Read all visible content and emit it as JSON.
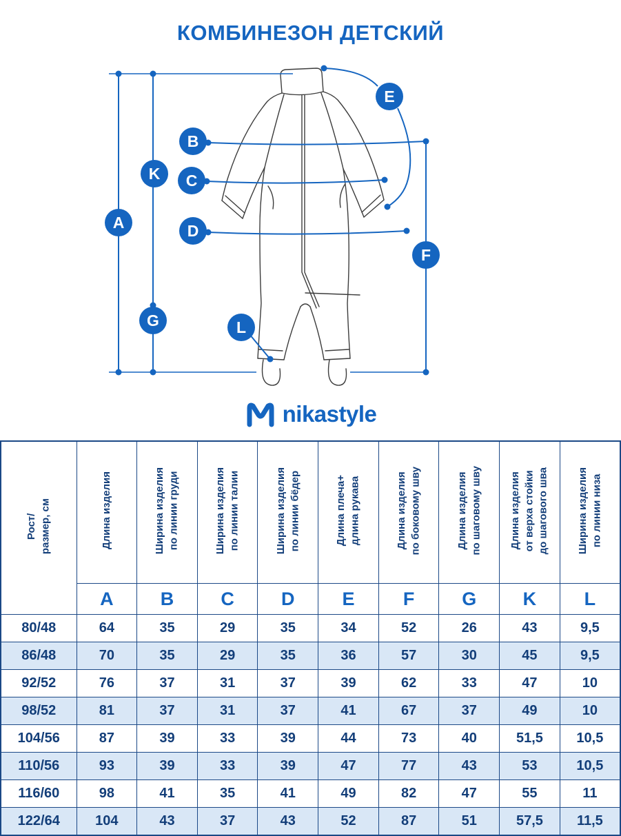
{
  "title": "КОМБИНЕЗОН ДЕТСКИЙ",
  "brand": {
    "name": "nikastyle"
  },
  "colors": {
    "accent": "#1565c0",
    "navy": "#133e79",
    "row_alt": "#d9e7f6",
    "border": "#1b4886"
  },
  "diagram": {
    "markers": [
      "A",
      "B",
      "C",
      "D",
      "E",
      "F",
      "G",
      "K",
      "L"
    ]
  },
  "table": {
    "row_header_label": "Рост/\nразмер, см",
    "columns": [
      {
        "letter": "A",
        "label": "Длина изделия"
      },
      {
        "letter": "B",
        "label": "Ширина изделия\nпо линии груди"
      },
      {
        "letter": "C",
        "label": "Ширина изделия\nпо линии талии"
      },
      {
        "letter": "D",
        "label": "Ширина изделия\nпо линии бёдер"
      },
      {
        "letter": "E",
        "label": "Длина плеча+\nдлина рукава"
      },
      {
        "letter": "F",
        "label": "Длина изделия\nпо боковому шву"
      },
      {
        "letter": "G",
        "label": "Длина изделия\nпо шаговому шву"
      },
      {
        "letter": "K",
        "label": "Длина изделия\nот верха стойки\nдо шагового шва"
      },
      {
        "letter": "L",
        "label": "Ширина изделия\nпо линии низа"
      }
    ],
    "rows": [
      {
        "size": "80/48",
        "values": [
          "64",
          "35",
          "29",
          "35",
          "34",
          "52",
          "26",
          "43",
          "9,5"
        ]
      },
      {
        "size": "86/48",
        "values": [
          "70",
          "35",
          "29",
          "35",
          "36",
          "57",
          "30",
          "45",
          "9,5"
        ]
      },
      {
        "size": "92/52",
        "values": [
          "76",
          "37",
          "31",
          "37",
          "39",
          "62",
          "33",
          "47",
          "10"
        ]
      },
      {
        "size": "98/52",
        "values": [
          "81",
          "37",
          "31",
          "37",
          "41",
          "67",
          "37",
          "49",
          "10"
        ]
      },
      {
        "size": "104/56",
        "values": [
          "87",
          "39",
          "33",
          "39",
          "44",
          "73",
          "40",
          "51,5",
          "10,5"
        ]
      },
      {
        "size": "110/56",
        "values": [
          "93",
          "39",
          "33",
          "39",
          "47",
          "77",
          "43",
          "53",
          "10,5"
        ]
      },
      {
        "size": "116/60",
        "values": [
          "98",
          "41",
          "35",
          "41",
          "49",
          "82",
          "47",
          "55",
          "11"
        ]
      },
      {
        "size": "122/64",
        "values": [
          "104",
          "43",
          "37",
          "43",
          "52",
          "87",
          "51",
          "57,5",
          "11,5"
        ]
      }
    ]
  }
}
